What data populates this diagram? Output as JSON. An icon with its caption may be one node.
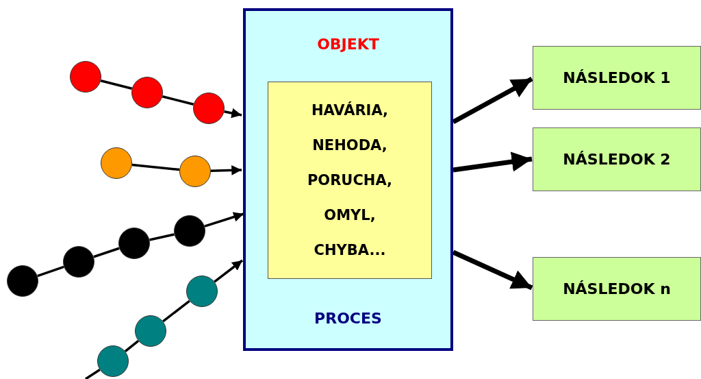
{
  "diagram": {
    "nodes": [
      {
        "text": [
          "OBJEKT",
          "PROCES"
        ]
      },
      {
        "text": [
          "HAVÁRIA, NEHODA, PORUCHA, OMYL, CHYBA..."
        ],
        "in": 0
      },
      {
        "text": [],
        "shape": "circle"
      },
      {
        "text": [],
        "shape": "circle"
      },
      {
        "text": [],
        "shape": "circle"
      },
      {
        "text": [],
        "shape": "circle"
      },
      {
        "text": [],
        "shape": "circle"
      },
      {
        "text": [],
        "shape": "circle"
      },
      {
        "text": [],
        "shape": "circle"
      },
      {
        "text": [],
        "shape": "circle"
      },
      {
        "text": [],
        "shape": "circle"
      },
      {
        "text": [],
        "shape": "circle"
      },
      {
        "text": [],
        "shape": "circle"
      },
      {
        "text": [],
        "shape": "circle"
      },
      {
        "text": [
          "NÁSLEDOK 1"
        ]
      },
      {
        "text": [
          "NÁSLEDOK 2"
        ]
      },
      {
        "text": [
          "NÁSLEDOK n"
        ]
      }
    ],
    "edges": [
      {
        "from": 2,
        "to": 3,
        "arrow": "none"
      },
      {
        "from": 3,
        "to": 4,
        "arrow": "none"
      },
      {
        "from": 4,
        "to": 0,
        "arrow": "to"
      },
      {
        "from": 5,
        "to": 6,
        "arrow": "none"
      },
      {
        "from": 6,
        "to": 0,
        "arrow": "to"
      },
      {
        "from": 7,
        "to": 8,
        "arrow": "none"
      },
      {
        "from": 8,
        "to": 9,
        "arrow": "none"
      },
      {
        "from": 9,
        "to": 10,
        "arrow": "none"
      },
      {
        "from": 10,
        "to": 0,
        "arrow": "to"
      },
      {
        "from": null,
        "to": 11,
        "arrow": "none"
      },
      {
        "from": 11,
        "to": 12,
        "arrow": "none"
      },
      {
        "from": 12,
        "to": 13,
        "arrow": "none"
      },
      {
        "from": 13,
        "to": 0,
        "arrow": "to"
      },
      {
        "from": 0,
        "to": 14,
        "arrow": "to",
        "style": "thick"
      },
      {
        "from": 0,
        "to": 15,
        "arrow": "to",
        "style": "thick"
      },
      {
        "from": 0,
        "to": 16,
        "arrow": "to",
        "style": "thick"
      }
    ]
  }
}
